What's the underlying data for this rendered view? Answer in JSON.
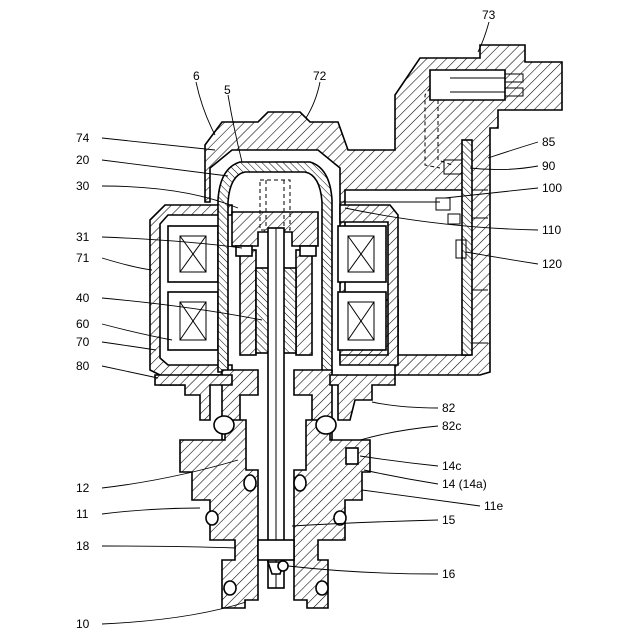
{
  "labels": {
    "l73": "73",
    "l6": "6",
    "l72": "72",
    "l5": "5",
    "l74": "74",
    "l85": "85",
    "l20": "20",
    "l90": "90",
    "l30": "30",
    "l100": "100",
    "l110": "110",
    "l31": "31",
    "l120": "120",
    "l71": "71",
    "l40": "40",
    "l60": "60",
    "l70": "70",
    "l80": "80",
    "l82": "82",
    "l82c": "82c",
    "l14c": "14c",
    "l12": "12",
    "l14": "14 (14a)",
    "l11e": "11e",
    "l11": "11",
    "l15": "15",
    "l18": "18",
    "l16": "16",
    "l10": "10"
  },
  "colors": {
    "line": "#000000",
    "background": "#ffffff"
  }
}
